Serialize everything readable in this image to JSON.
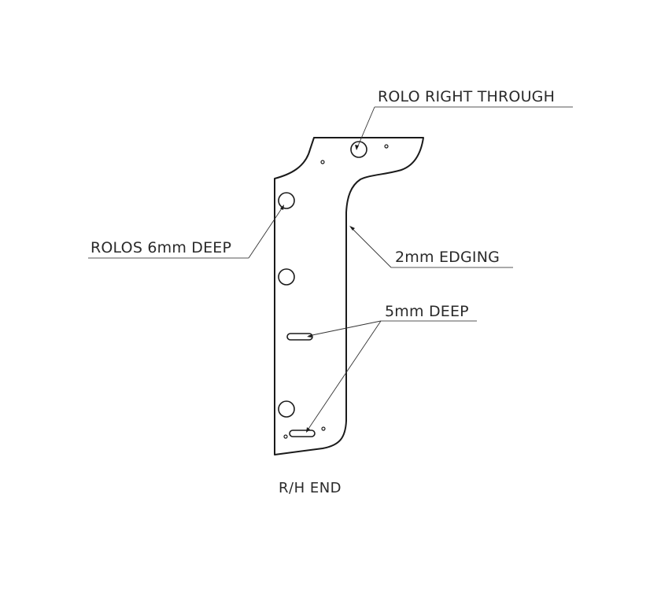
{
  "drawing": {
    "title": "R/H END",
    "background_color": "#ffffff",
    "line_color": "#1a1a1a",
    "annotations": [
      {
        "id": "rolo-right-through",
        "text": "ROLO RIGHT THROUGH"
      },
      {
        "id": "rolos-6mm-deep",
        "text": "ROLOS 6mm DEEP"
      },
      {
        "id": "2mm-edging",
        "text": "2mm EDGING"
      },
      {
        "id": "5mm-deep",
        "text": "5mm DEEP"
      }
    ],
    "features": {
      "large_holes": 4,
      "slots": 2,
      "pin_holes": 4
    }
  }
}
